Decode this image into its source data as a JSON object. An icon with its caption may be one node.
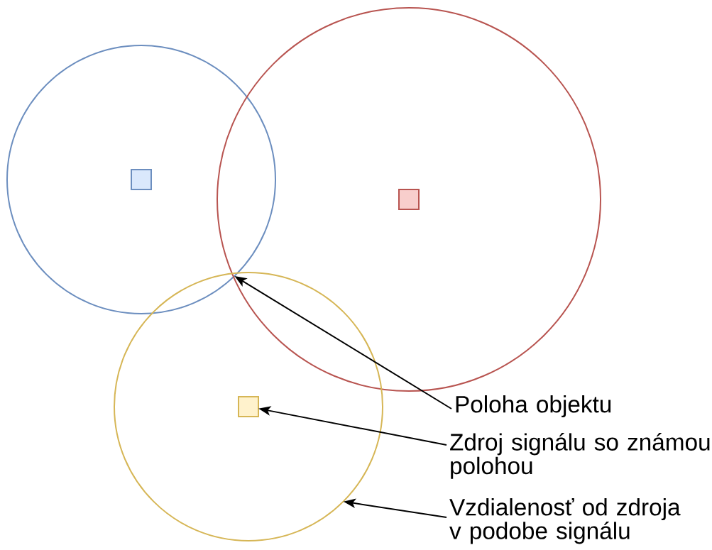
{
  "diagram": {
    "nodes": [
      {
        "text": [],
        "shape": "circle"
      },
      {
        "text": [],
        "shape": "box",
        "in": 0
      },
      {
        "text": [],
        "shape": "circle"
      },
      {
        "text": [],
        "shape": "box",
        "in": 2
      },
      {
        "text": [],
        "shape": "circle"
      },
      {
        "text": [],
        "shape": "box",
        "in": 4
      },
      {
        "text": [
          "Poloha objektu"
        ]
      },
      {
        "text": [
          "Zdroj signálu so známou polohou"
        ]
      },
      {
        "text": [
          "Vzdialenosť od zdroja v podobe signálu"
        ]
      }
    ],
    "edges": [
      {
        "from": 6,
        "to": 0,
        "arrow": "to"
      },
      {
        "from": 7,
        "to": 5,
        "arrow": "to"
      },
      {
        "from": 8,
        "to": 4,
        "arrow": "to"
      }
    ]
  }
}
